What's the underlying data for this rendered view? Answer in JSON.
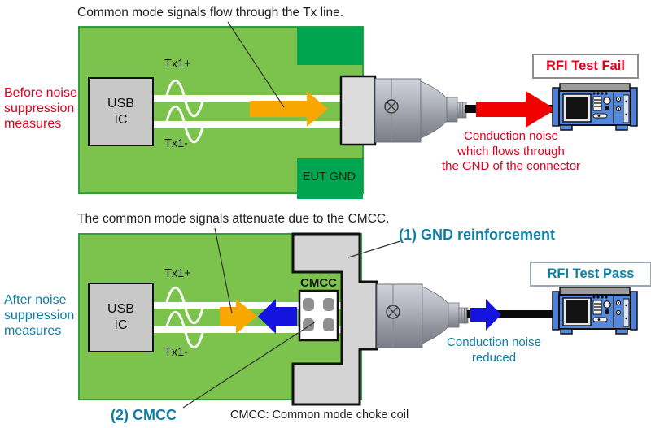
{
  "top": {
    "title": "Common mode signals flow through the Tx line.",
    "side_label_lines": [
      "Before noise",
      "suppression",
      "measures"
    ],
    "usb_ic_lines": [
      "USB",
      "IC"
    ],
    "tx_plus": "Tx1+",
    "tx_minus": "Tx1-",
    "eut_gnd": "EUT GND",
    "rfi_result": "RFI Test Fail",
    "caption_lines": [
      "Conduction noise",
      "which flows through",
      "the GND of the connector"
    ]
  },
  "bottom": {
    "title": "The common mode signals attenuate due to the CMCC.",
    "side_label_lines": [
      "After noise",
      "suppression",
      "measures"
    ],
    "usb_ic_lines": [
      "USB",
      "IC"
    ],
    "tx_plus": "Tx1+",
    "tx_minus": "Tx1-",
    "gnd_reinforcement": "(1) GND reinforcement",
    "cmcc_chip_label": "CMCC",
    "cmcc_callout": "(2) CMCC",
    "cmcc_footnote": "CMCC: Common mode choke coil",
    "rfi_result": "RFI Test Pass",
    "caption_lines": [
      "Conduction noise",
      "reduced"
    ]
  },
  "colors": {
    "board_green": "#7CC34D",
    "gnd_green": "#00A551",
    "board_border": "#2FA044",
    "accent_red": "#E00020",
    "arrow_red": "#F00000",
    "accent_teal": "#0F7FA6",
    "arrow_yellow": "#F8A700",
    "arrow_blue": "#1413DF",
    "metal_gray": "#AEB1BA",
    "bracket_gray": "#D4D4D4"
  }
}
